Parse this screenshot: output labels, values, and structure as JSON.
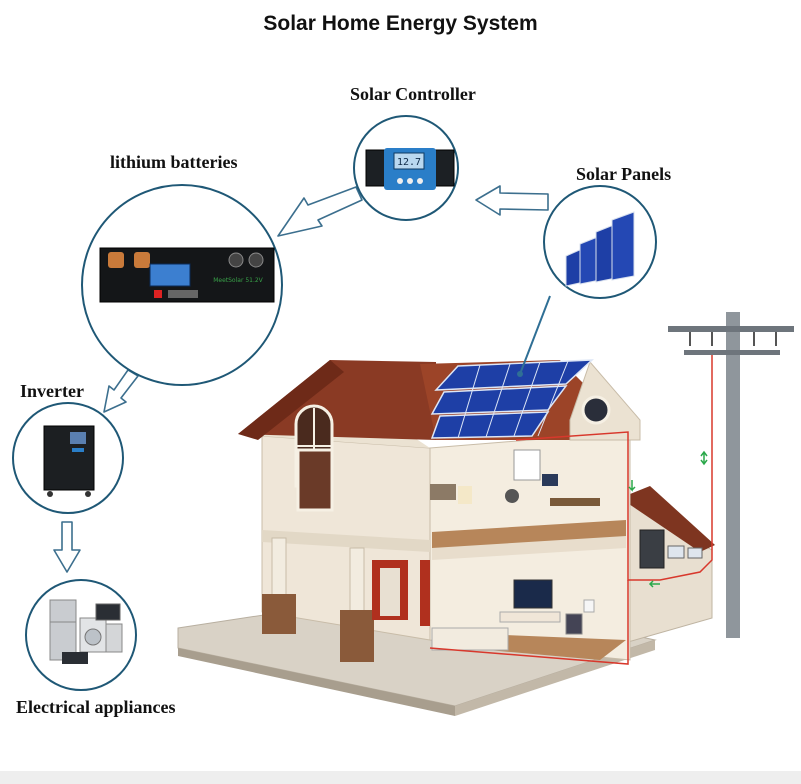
{
  "title": "Solar Home Energy System",
  "nodes": {
    "solar_controller": "Solar Controller",
    "lithium_batteries": "lithium batteries",
    "solar_panels": "Solar Panels",
    "inverter": "Inverter",
    "electrical_appliances": "Electrical appliances"
  },
  "device_text": {
    "controller_display": "12.7",
    "battery_brand": "MeetSolar 51.2V"
  },
  "colors": {
    "circle_border": "#1f5876",
    "arrow_fill": "#ffffff",
    "arrow_stroke": "#3c6f8e",
    "roof": "#8a3a24",
    "wall": "#efe6d8",
    "panel": "#1e3fa6",
    "wiring": "#d8382c",
    "flow_arrow": "#2aa84a"
  }
}
